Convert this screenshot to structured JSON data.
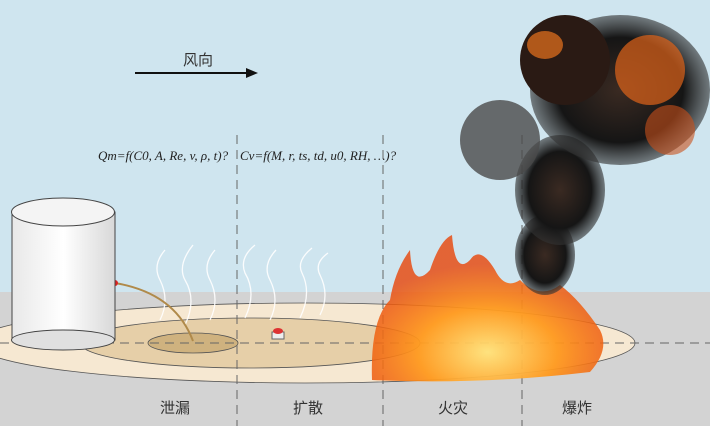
{
  "wind_label": "风向",
  "formula_leak": "Qm=f(C0, A, Re, v, ρ, t)?",
  "formula_disperse": "Cv=f(M, r, ts, td, u0, RH, …)?",
  "stages": [
    "泄漏",
    "扩散",
    "火灾",
    "爆炸"
  ],
  "colors": {
    "sky": "#cfe5ef",
    "ground": "#d3d3d3",
    "outer": "#f6e8d2",
    "middle": "#e6cfa8",
    "inner": "#cfb27f"
  }
}
